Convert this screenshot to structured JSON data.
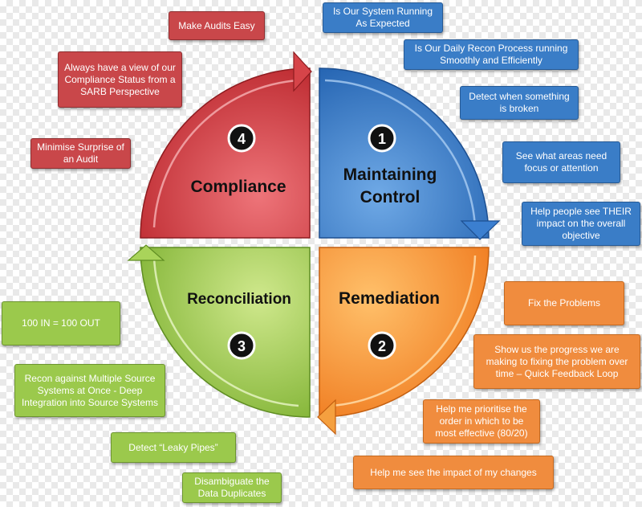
{
  "quadrants": {
    "q1": {
      "number": "1",
      "line1": "Maintaining",
      "line2": "Control",
      "color": "#2f6fc0"
    },
    "q2": {
      "number": "2",
      "label": "Remediation",
      "color": "#f07f22"
    },
    "q3": {
      "number": "3",
      "label": "Reconciliation",
      "color": "#8fc13f"
    },
    "q4": {
      "number": "4",
      "label": "Compliance",
      "color": "#c9343a"
    }
  },
  "callouts": {
    "compliance": [
      "Make Audits Easy",
      "Always have a view of our Compliance Status from a SARB Perspective",
      "Minimise Surprise of an Audit"
    ],
    "control": [
      "Is Our System Running As Expected",
      "Is Our Daily Recon Process running Smoothly and Efficiently",
      "Detect when something is broken",
      "See what areas need focus or attention",
      "Help people see THEIR impact on the overall objective"
    ],
    "remediation": [
      "Fix the Problems",
      "Show us the progress we are making to fixing the problem over time – Quick Feedback Loop",
      "Help me prioritise the order in which to be most effective (80/20)",
      "Help me see the impact of my changes"
    ],
    "reconciliation": [
      "100 IN = 100 OUT",
      "Recon against Multiple Source Systems at Once - Deep Integration into Source Systems",
      "Detect “Leaky Pipes”",
      "Disambiguate the Data Duplicates"
    ]
  }
}
